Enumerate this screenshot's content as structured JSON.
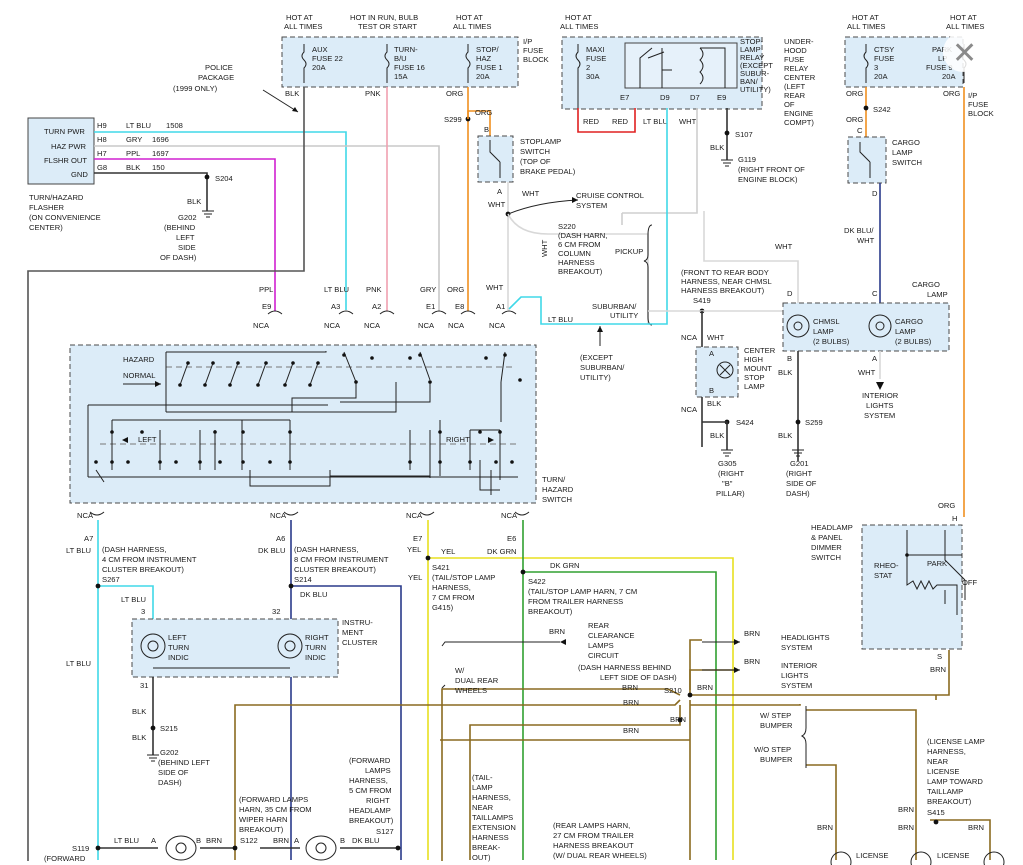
{
  "fuse_block_ip": {
    "source_labels": [
      "HOT AT",
      "ALL TIMES",
      "HOT IN RUN, BULB",
      "TEST OR START",
      "HOT AT",
      "ALL TIMES"
    ],
    "fuses": [
      {
        "l1": "AUX",
        "l2": "FUSE 22",
        "l3": "20A"
      },
      {
        "l1": "TURN-",
        "l2": "B/U",
        "l3": "FUSE 16",
        "l4": "15A"
      },
      {
        "l1": "STOP/",
        "l2": "HAZ",
        "l3": "FUSE 1",
        "l4": "20A"
      }
    ],
    "block_label": [
      "I/P",
      "FUSE",
      "BLOCK"
    ]
  },
  "fuse_block_maxi": {
    "source_labels": [
      "HOT AT",
      "ALL TIMES"
    ],
    "fuse": {
      "l1": "MAXI",
      "l2": "FUSE",
      "l3": "2",
      "l4": "30A"
    },
    "terminals": [
      "E7",
      "D9",
      "D7",
      "E9"
    ],
    "relay_label": [
      "STOP-",
      "LAMP",
      "RELAY",
      "(EXCEPT",
      "SUBUR-",
      "BAN/",
      "UTILITY)"
    ],
    "center_label": [
      "UNDER-",
      "HOOD",
      "FUSE",
      "RELAY",
      "CENTER",
      "(LEFT",
      "REAR",
      "OF",
      "ENGINE",
      "COMPT)"
    ],
    "wires": [
      "RED",
      "RED",
      "LT BLU",
      "WHT",
      "BLK"
    ],
    "splice": "S107",
    "ground": {
      "id": "G119",
      "l1": "(RIGHT FRONT OF",
      "l2": "ENGINE BLOCK)"
    }
  },
  "fuse_block_right": {
    "source_labels": [
      "HOT AT",
      "ALL TIMES",
      "HOT AT",
      "ALL TIMES"
    ],
    "fuses": [
      {
        "l1": "CTSY",
        "l2": "FUSE",
        "l3": "3",
        "l4": "20A"
      },
      {
        "l1": "PARK",
        "l2": "LP",
        "l3": "FUSE 9",
        "l4": "20A"
      }
    ],
    "block_label": [
      "I/P",
      "FUSE",
      "BLOCK"
    ]
  },
  "close_button": {
    "glyph": "✕"
  },
  "police": {
    "l1": "POLICE",
    "l2": "PACKAGE",
    "l3": "(1999 ONLY)"
  },
  "flasher": {
    "pins": [
      "TURN PWR",
      "HAZ PWR",
      "FLSHR OUT",
      "GND"
    ],
    "pin_ids": [
      "H9",
      "H8",
      "H7",
      "G8"
    ],
    "wires": [
      {
        "color": "LT BLU",
        "circuit": "1508"
      },
      {
        "color": "GRY",
        "circuit": "1696"
      },
      {
        "color": "PPL",
        "circuit": "1697"
      },
      {
        "color": "BLK",
        "circuit": "150"
      }
    ],
    "label": [
      "TURN/HAZARD",
      "FLASHER",
      "(ON CONVENIENCE",
      "CENTER)"
    ],
    "splice": "S204",
    "ground_wire": "BLK",
    "ground": {
      "id": "G202",
      "l1": "(BEHIND",
      "l2": "LEFT",
      "l3": "SIDE",
      "l4": "OF DASH)"
    }
  },
  "upper_wires": {
    "blk": "BLK",
    "pnk": "PNK",
    "org": "ORG",
    "org2": "ORG",
    "s299": "S299",
    "b": "B",
    "a": "A",
    "wht": "WHT",
    "wht2": "WHT",
    "wht3": "WHT",
    "wht4": "WHT"
  },
  "stoplamp_switch": {
    "l1": "STOPLAMP",
    "l2": "SWITCH",
    "l3": "(TOP OF",
    "l4": "BRAKE PEDAL)"
  },
  "cruise": {
    "l1": "CRUISE CONTROL",
    "l2": "SYSTEM"
  },
  "s220": {
    "l1": "S220",
    "l2": "(DASH HARN,",
    "l3": "6 CM FROM",
    "l4": "COLUMN",
    "l5": "HARNESS",
    "l6": "BREAKOUT)"
  },
  "pickup_label": "PICKUP",
  "suburban_label": {
    "l1": "SUBURBAN/",
    "l2": "UTILITY"
  },
  "except_suburban": {
    "l1": "(EXCEPT",
    "l2": "SUBURBAN/",
    "l3": "UTILITY)"
  },
  "front_rear": {
    "l1": "(FRONT TO REAR BODY",
    "l2": "HARNESS, NEAR CHMSL",
    "l3": "HARNESS BREAKOUT)",
    "l4": "S419"
  },
  "cargo_switch": {
    "l1": "CARGO",
    "l2": "LAMP",
    "l3": "SWITCH",
    "s242": "S242",
    "c": "C",
    "d": "D",
    "org": "ORG",
    "org2": "ORG"
  },
  "chmsl": {
    "l1": "CHMSL",
    "l2": "LAMP",
    "l3": "(2 BULBS)",
    "cargo_title": "CARGO",
    "cargo_title2": "LAMP",
    "c1": "CARGO",
    "c2": "LAMP",
    "c3": "(2 BULBS)",
    "d": "D",
    "c": "C",
    "b": "B",
    "a": "A",
    "blk": "BLK",
    "blk2": "BLK",
    "wht": "WHT",
    "dkblu": "DK BLU/",
    "wht2": "WHT",
    "s259": "S259",
    "ground": {
      "id": "G201",
      "l1": "(RIGHT",
      "l2": "SIDE OF",
      "l3": "DASH)"
    },
    "interior": {
      "l1": "INTERIOR",
      "l2": "LIGHTS",
      "l3": "SYSTEM"
    }
  },
  "center_stop": {
    "l1": "CENTER",
    "l2": "HIGH",
    "l3": "MOUNT",
    "l4": "STOP",
    "l5": "LAMP",
    "nca": "NCA",
    "nca2": "NCA",
    "wht": "WHT",
    "a": "A",
    "b": "B",
    "blk": "BLK",
    "blk2": "BLK",
    "s424": "S424",
    "ground": {
      "id": "G305",
      "l1": "(RIGHT",
      "l2": "\"B\"",
      "l3": "PILLAR)"
    }
  },
  "hazard_switch": {
    "pins": [
      "E9",
      "A3",
      "A2",
      "E1",
      "E8",
      "A1"
    ],
    "pin_wires": [
      "PPL",
      "LT BLU",
      "PNK",
      "GRY",
      "ORG"
    ],
    "nca": [
      "NCA",
      "NCA",
      "NCA",
      "NCA",
      "NCA",
      "NCA"
    ],
    "hazard": "HAZARD",
    "normal": "NORMAL",
    "left": "LEFT",
    "right": "RIGHT",
    "label": [
      "TURN/",
      "HAZARD",
      "SWITCH"
    ],
    "bottom_pins": [
      "A7",
      "A6",
      "E7",
      "E6"
    ],
    "bottom_nca": [
      "NCA",
      "NCA",
      "NCA",
      "NCA"
    ],
    "lt_blu": "LT BLU"
  },
  "lower": {
    "lt_blu": "LT BLU",
    "dk_blu": "DK BLU",
    "yel": "YEL",
    "yel2": "YEL",
    "yel3": "YEL",
    "dk_grn": "DK GRN",
    "dk_grn2": "DK GRN",
    "dash4": {
      "l1": "(DASH HARNESS,",
      "l2": "4 CM FROM INSTRUMENT",
      "l3": "CLUSTER BREAKOUT)",
      "id": "S267"
    },
    "dash8": {
      "l1": "(DASH HARNESS,",
      "l2": "8 CM FROM INSTRUMENT",
      "l3": "CLUSTER BREAKOUT)",
      "id": "S214"
    },
    "s421": {
      "id": "S421",
      "l1": "(TAIL/STOP LAMP",
      "l2": "HARNESS,",
      "l3": "7 CM FROM",
      "l4": "G415)"
    },
    "s422": {
      "id": "S422",
      "l1": "(TAIL/STOP LAMP HARN, 7 CM",
      "l2": "FROM TRAILER HARNESS",
      "l3": "BREAKOUT)"
    },
    "cluster": {
      "pin3": "3",
      "pin32": "32",
      "pin31": "31",
      "left": [
        "LEFT",
        "TURN",
        "INDIC"
      ],
      "right": [
        "RIGHT",
        "TURN",
        "INDIC"
      ],
      "name": [
        "INSTRU-",
        "MENT",
        "CLUSTER"
      ]
    },
    "lt_blu2": "LT BLU",
    "lt_blu3": "LT BLU",
    "dk_blu2": "DK BLU",
    "s215": "S215",
    "blk": "BLK",
    "blk2": "BLK",
    "g202": {
      "id": "G202",
      "l1": "(BEHIND LEFT",
      "l2": "SIDE OF",
      "l3": "DASH)"
    },
    "rear_clear": {
      "brn": "BRN",
      "l1": "REAR",
      "l2": "CLEARANCE",
      "l3": "LAMPS",
      "l4": "CIRCUIT",
      "l5": "(DASH HARNESS BEHIND",
      "l6": "LEFT SIDE OF DASH)"
    },
    "dual": {
      "l1": "W/",
      "l2": "DUAL REAR",
      "l3": "WHEELS"
    },
    "headlights": {
      "brn": "BRN",
      "l1": "HEADLIGHTS",
      "l2": "SYSTEM"
    },
    "interior": {
      "brn": "BRN",
      "l1": "INTERIOR",
      "l2": "LIGHTS",
      "l3": "SYSTEM"
    },
    "s210": "S210",
    "brn_a": "BRN",
    "brn_b": "BRN",
    "brn_c": "BRN",
    "brn_d": "BRN",
    "brn_e": "BRN",
    "step": {
      "l1": "W/ STEP",
      "l2": "BUMPER",
      "l3": "W/O STEP",
      "l4": "BUMPER"
    },
    "license": {
      "l1": "(LICENSE LAMP",
      "l2": "HARNESS,",
      "l3": "NEAR",
      "l4": "LICENSE",
      "l5": "LAMP TOWARD",
      "l6": "TAILLAMP",
      "l7": "BREAKOUT)",
      "id": "S415"
    },
    "tail": {
      "l1": "(TAIL-",
      "l2": "LAMP",
      "l3": "HARNESS,",
      "l4": "NEAR",
      "l5": "TAILLAMPS",
      "l6": "EXTENSION",
      "l7": "HARNESS",
      "l8": "BREAK-",
      "l9": "OUT)"
    },
    "rear_lamps": {
      "l1": "(REAR LAMPS HARN,",
      "l2": "27 CM FROM TRAILER",
      "l3": "HARNESS BREAKOUT",
      "l4": "(W/ DUAL REAR WHEELS)"
    },
    "fwd35": {
      "l1": "(FORWARD LAMPS",
      "l2": "HARN, 35 CM FROM",
      "l3": "WIPER HARN",
      "l4": "BREAKOUT)"
    },
    "fwd5": {
      "l1": "(FORWARD",
      "l2": "LAMPS",
      "l3": "HARNESS,",
      "l4": "5 CM FROM",
      "l5": "RIGHT",
      "l6": "HEADLAMP",
      "l7": "BREAKOUT)"
    },
    "s119": "S119",
    "s122": "S122",
    "s127": "S127",
    "forward": "(FORWARD",
    "bottom_row": {
      "lt_blu": "LT BLU",
      "a": "A",
      "b": "B",
      "brn": "BRN",
      "brn2": "BRN",
      "dk_blu": "DK BLU",
      "a2": "A",
      "b2": "B",
      "lt_blu_blk": "LT BLU"
    },
    "brn_l1": "BRN",
    "brn_l2": "BRN",
    "brn_l3": "BRN",
    "license_lamp": "LICENSE",
    "license_lamp2": "LICENSE"
  },
  "dimmer": {
    "l1": "HEADLAMP",
    "l2": "& PANEL",
    "l3": "DIMMER",
    "l4": "SWITCH",
    "org": "ORG",
    "h": "H",
    "s": "S",
    "brn": "BRN",
    "rheo": "RHEO-",
    "stat": "STAT",
    "park": "PARK",
    "off": "OFF"
  }
}
